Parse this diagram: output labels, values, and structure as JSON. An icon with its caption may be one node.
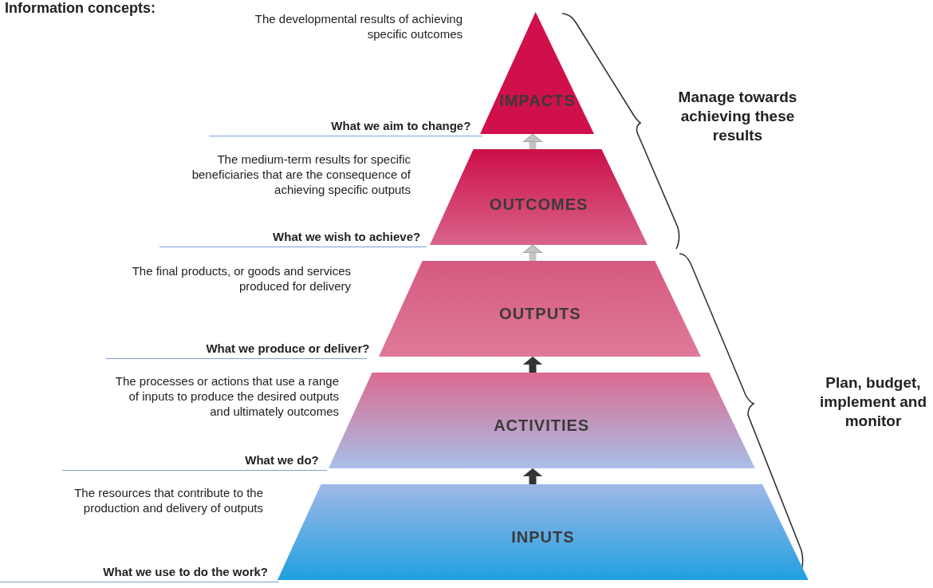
{
  "diagram": {
    "title": "Information concepts:",
    "nodes": [
      {
        "text": [
          "IMPACTS"
        ],
        "beside": [
          "The developmental results of achieving specific outcomes",
          "What we aim to change?"
        ]
      },
      {
        "text": [
          "OUTCOMES"
        ],
        "beside": [
          "The medium-term results for specific beneficiaries that are the consequence of achieving specific outputs",
          "What we wish to achieve?"
        ]
      },
      {
        "text": [
          "OUTPUTS"
        ],
        "beside": [
          "The final products, or goods and services produced for delivery",
          "What we produce or deliver?"
        ]
      },
      {
        "text": [
          "ACTIVITIES"
        ],
        "beside": [
          "The processes or actions that use a range of inputs to produce the desired outputs and ultimately outcomes",
          "What we do?"
        ]
      },
      {
        "text": [
          "INPUTS"
        ],
        "beside": [
          "The resources that contribute to the production and delivery of outputs",
          "What we use to do the work?"
        ]
      }
    ],
    "edges": [
      {
        "from": 4,
        "to": 3,
        "arrow": "to",
        "color": "#333333"
      },
      {
        "from": 3,
        "to": 2,
        "arrow": "to",
        "color": "#333333"
      },
      {
        "from": 2,
        "to": 1,
        "arrow": "to",
        "color": "#c4c4c4"
      },
      {
        "from": 1,
        "to": 0,
        "arrow": "to",
        "color": "#c4c4c4"
      }
    ],
    "labels": [
      "Manage towards achieving these results",
      "Plan, budget, implement and monitor"
    ]
  }
}
